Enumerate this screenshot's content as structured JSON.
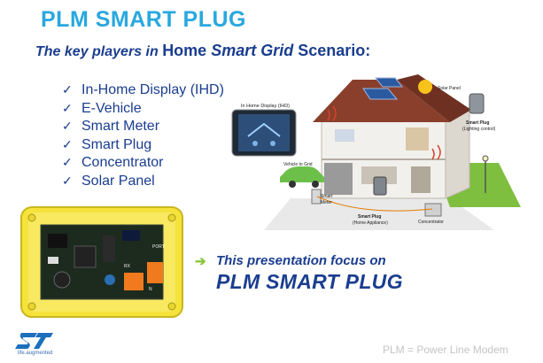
{
  "title": "PLM SMART PLUG",
  "subtitle": {
    "part1": "The key players in ",
    "part2": "Home ",
    "part3": "Smart Grid",
    "part4": " Scenario:"
  },
  "players": [
    {
      "label": "In-Home Display (IHD)"
    },
    {
      "label": "E-Vehicle"
    },
    {
      "label": "Smart Meter"
    },
    {
      "label": "Smart Plug"
    },
    {
      "label": "Concentrator"
    },
    {
      "label": "Solar Panel"
    }
  ],
  "check_glyph": "✓",
  "diagram": {
    "ihd_label": "In Home Display (IHD)",
    "vehicle_label": "Vehicle to Grid",
    "solar_label": "Solar Panel",
    "smart_plug_lighting_1": "Smart Plug",
    "smart_plug_lighting_2": "(Lighting control)",
    "smart_meter_1": "Smart",
    "smart_meter_2": "Meter",
    "smart_plug_home_1": "Smart Plug",
    "smart_plug_home_2": "(Home Appliance)",
    "concentrator_label": "Concentrator"
  },
  "board_labels": {
    "port": "PORT",
    "rx": "RX",
    "n": "N"
  },
  "focus": {
    "arrow": "➔",
    "line1": "This presentation focus on",
    "line2": "PLM SMART PLUG"
  },
  "logo": {
    "tagline": "life.augmented"
  },
  "footnote": "PLM = Power Line Modem",
  "colors": {
    "title": "#29a8df",
    "text": "#1a3d8f",
    "arrow": "#8cc63f",
    "footnote": "#c4c4c4",
    "board_case": "#f5e23a"
  }
}
